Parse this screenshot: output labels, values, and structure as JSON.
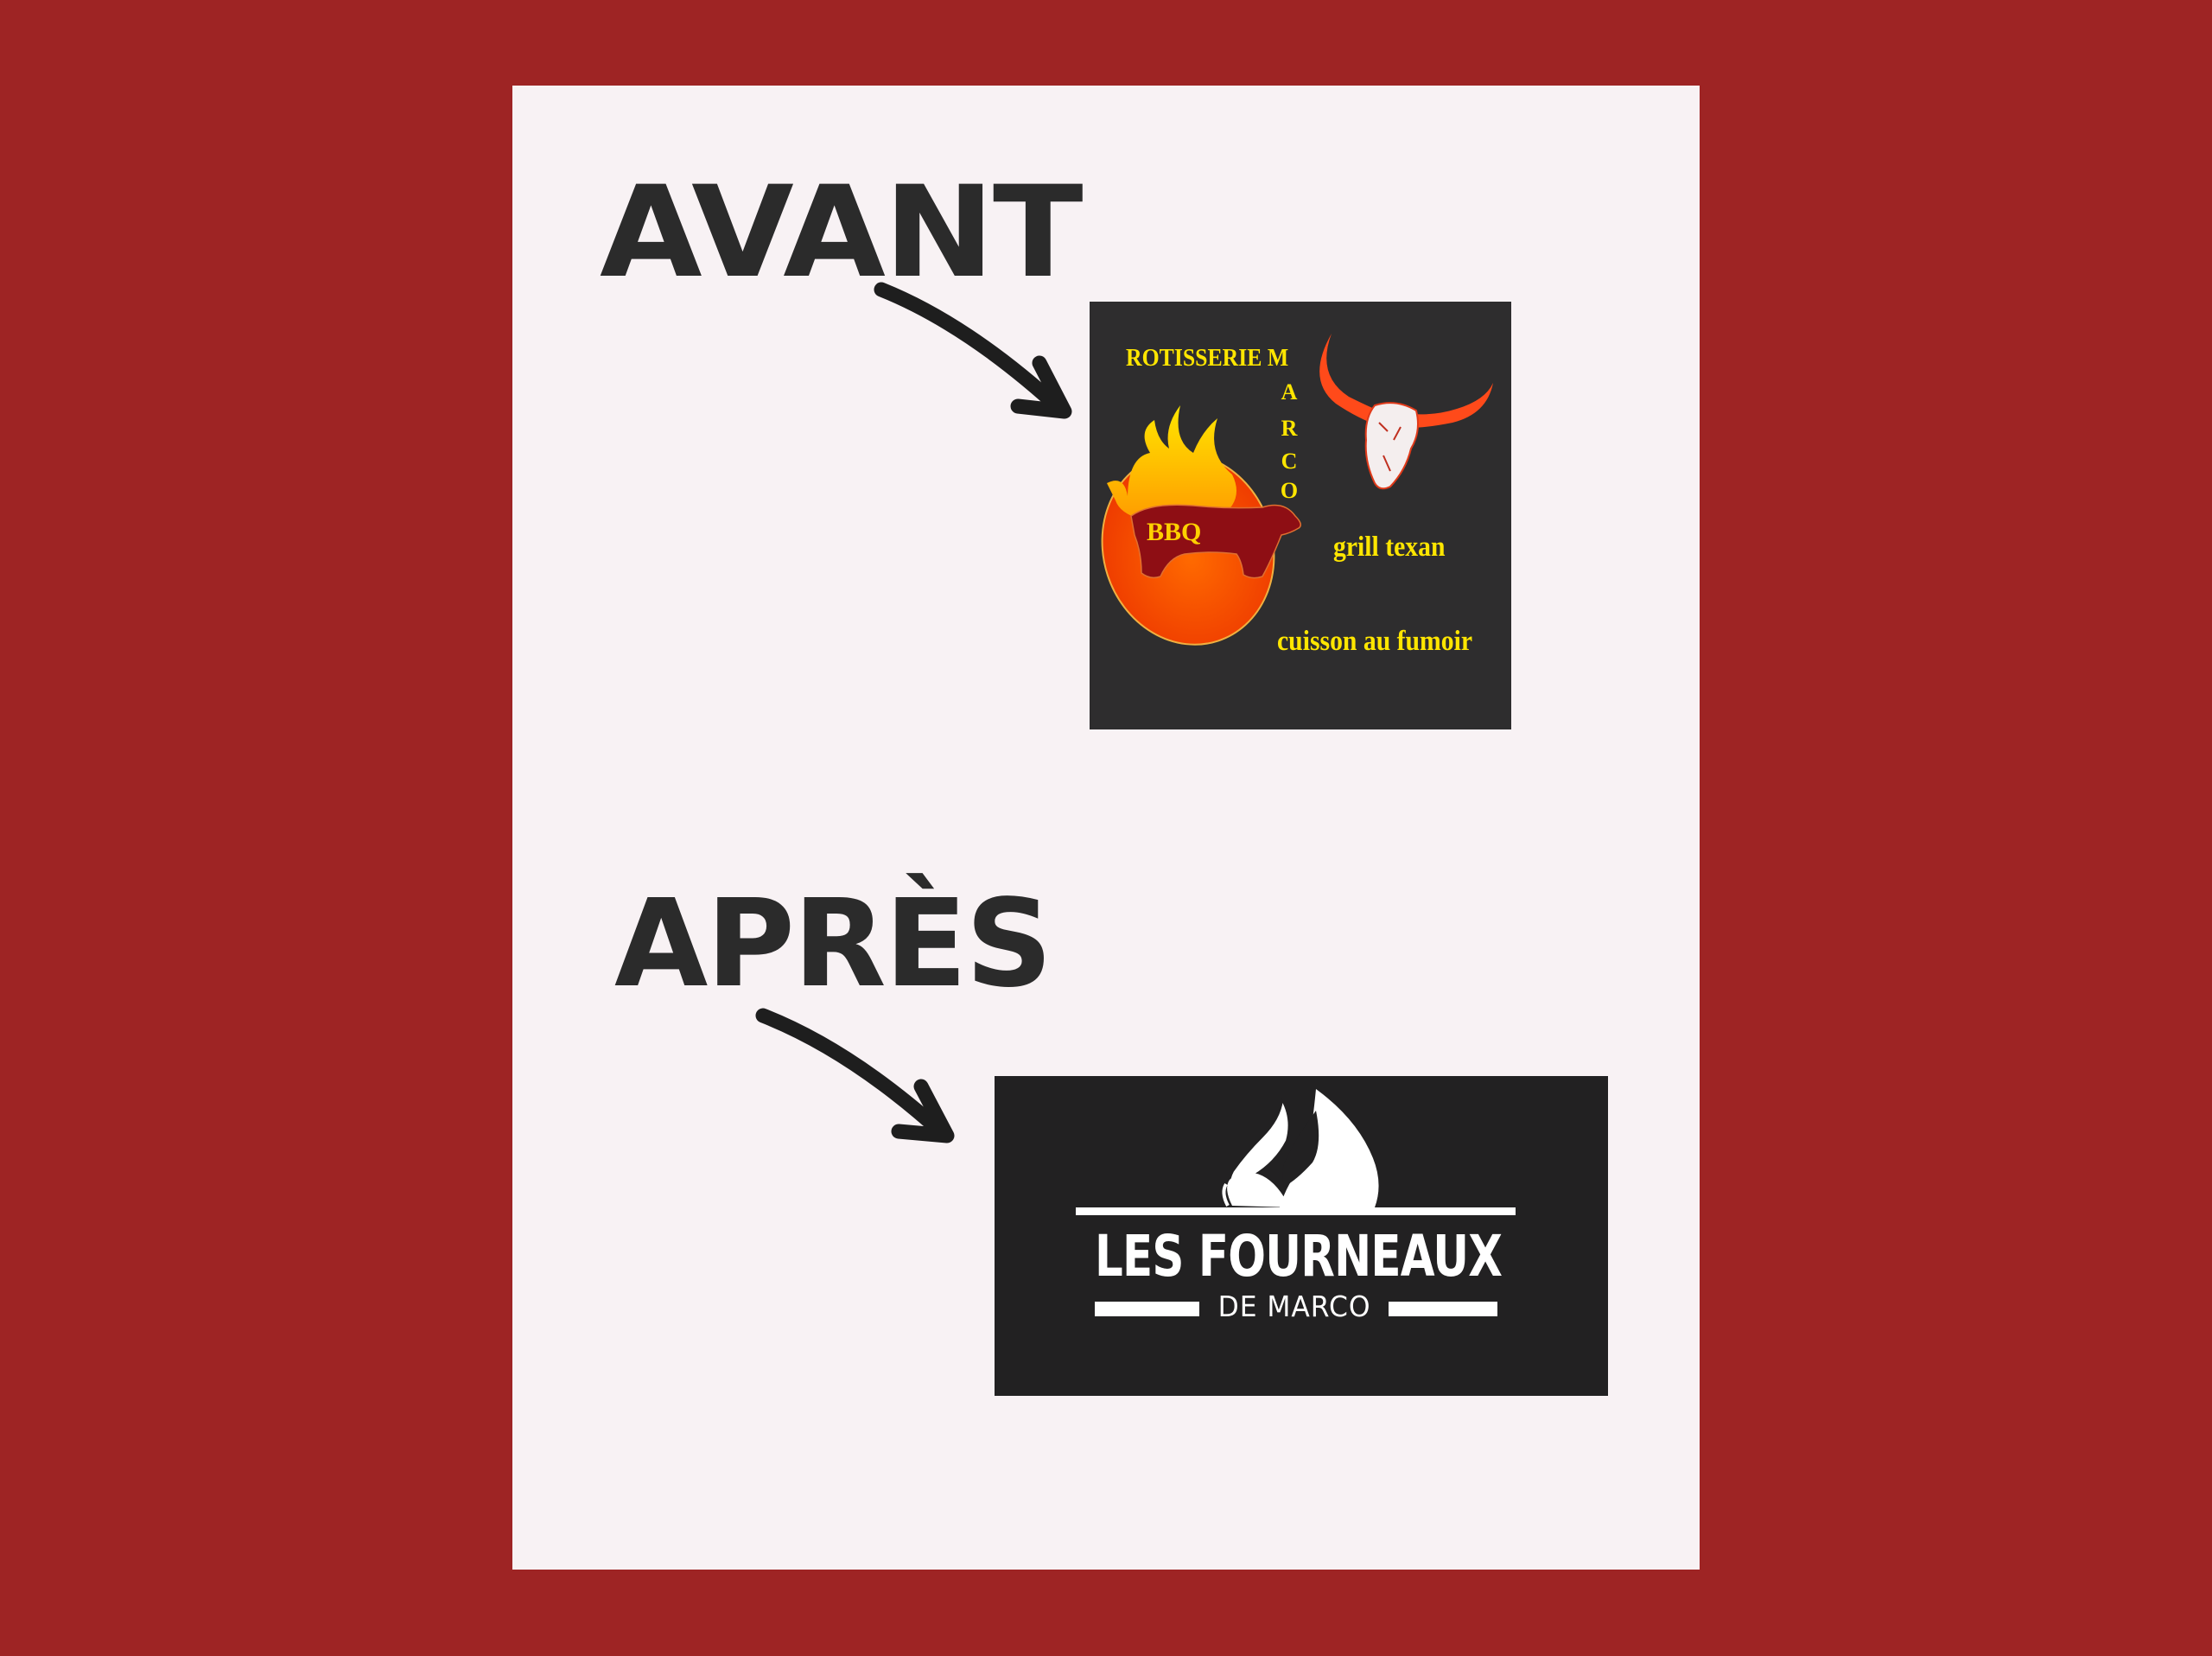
{
  "colors": {
    "background": "#9e2424",
    "card": "#f8f2f4",
    "heading_text": "#2b2b2b",
    "before_logo_bg": "#2e2d2e",
    "before_logo_text": "#ffe600",
    "bull_horns": "#ff4a1a",
    "pig": "#8e0e14",
    "after_logo_bg": "#222122",
    "after_logo_fg": "#ffffff"
  },
  "before": {
    "heading": "AVANT",
    "logo": {
      "title_line": "ROTISSERIE M",
      "vertical_letters": [
        "A",
        "R",
        "C",
        "O"
      ],
      "badge_text": "BBQ",
      "tagline_1": "grill texan",
      "tagline_2": "cuisson au fumoir",
      "icons": [
        "flaming-pig-icon",
        "bull-skull-icon"
      ]
    }
  },
  "after": {
    "heading": "APRÈS",
    "logo": {
      "name": "LES FOURNEAUX",
      "subtitle": "DE MARCO",
      "icons": [
        "flame-icon"
      ]
    }
  }
}
